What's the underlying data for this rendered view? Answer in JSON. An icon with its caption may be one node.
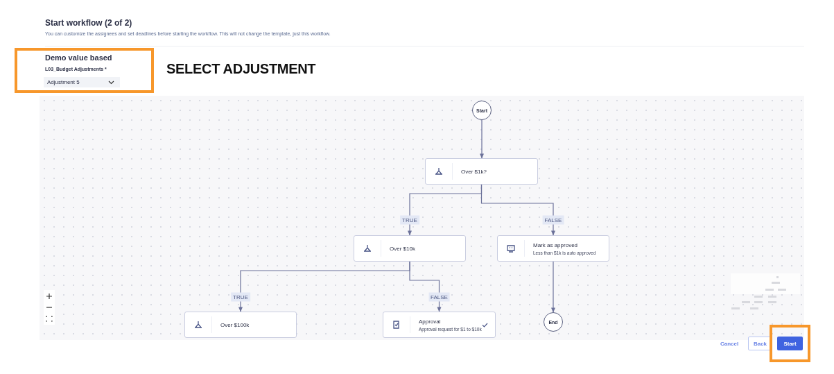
{
  "diagram": {
    "title": "Start workflow (2 of 2)",
    "nodes": [
      {
        "text": [
          "Start"
        ]
      },
      {
        "text": [
          "Over $1k?"
        ]
      },
      {
        "text": [
          "Over $10k"
        ]
      },
      {
        "text": [
          "Mark as approved",
          "Less than $1k is auto approved"
        ]
      },
      {
        "text": [
          "End"
        ]
      },
      {
        "text": [
          "Over $100k"
        ]
      },
      {
        "text": [
          "Approval",
          "Approval request for $1 to $10k"
        ]
      }
    ],
    "edges": [
      {
        "from": 0,
        "to": 1,
        "arrow": "to"
      },
      {
        "from": 1,
        "to": 2,
        "arrow": "to",
        "label": "TRUE"
      },
      {
        "from": 1,
        "to": 3,
        "arrow": "to",
        "label": "FALSE"
      },
      {
        "from": 3,
        "to": 4,
        "arrow": "to"
      },
      {
        "from": 2,
        "to": 5,
        "arrow": "to",
        "label": "TRUE"
      },
      {
        "from": 2,
        "to": 6,
        "arrow": "to",
        "label": "FALSE"
      }
    ],
    "labels": [
      "You can customize the assignees and set deadlines before starting the workflow. This will not change the template, just this workflow.",
      "Demo value based",
      "L03_Budget Adjustments *",
      "Adjustment 5",
      "SELECT ADJUSTMENT",
      "Cancel",
      "Back",
      "Start"
    ]
  }
}
